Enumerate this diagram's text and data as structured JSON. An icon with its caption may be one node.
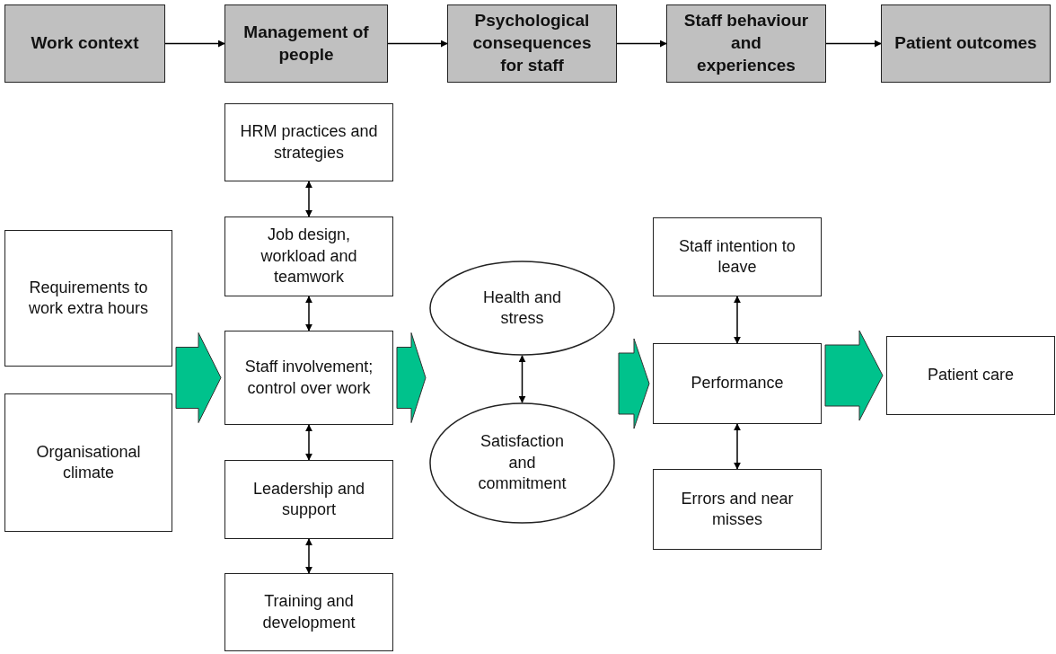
{
  "diagram": {
    "nodes": [
      {
        "text": [
          "Work context"
        ]
      },
      {
        "text": [
          "Management of people"
        ]
      },
      {
        "text": [
          "Psychological consequences for staff"
        ]
      },
      {
        "text": [
          "Staff behaviour and experiences"
        ]
      },
      {
        "text": [
          "Patient outcomes"
        ]
      },
      {
        "text": [
          "HRM practices and strategies"
        ]
      },
      {
        "text": [
          "Job design, workload and teamwork"
        ]
      },
      {
        "text": [
          "Staff involvement; control over work"
        ]
      },
      {
        "text": [
          "Leadership and support"
        ]
      },
      {
        "text": [
          "Training and development"
        ]
      },
      {
        "text": [
          "Requirements to work extra hours"
        ]
      },
      {
        "text": [
          "Organisational climate"
        ]
      },
      {
        "text": [
          "Health and stress"
        ]
      },
      {
        "text": [
          "Satisfaction and commitment"
        ]
      },
      {
        "text": [
          "Staff intention to leave"
        ]
      },
      {
        "text": [
          "Performance"
        ]
      },
      {
        "text": [
          "Errors and near misses"
        ]
      },
      {
        "text": [
          "Patient care"
        ]
      }
    ],
    "edges": [
      {
        "from": 0,
        "to": 1,
        "arrow": "to"
      },
      {
        "from": 1,
        "to": 2,
        "arrow": "to"
      },
      {
        "from": 2,
        "to": 3,
        "arrow": "to"
      },
      {
        "from": 3,
        "to": 4,
        "arrow": "to"
      },
      {
        "from": 5,
        "to": 6,
        "arrow": "both"
      },
      {
        "from": 6,
        "to": 7,
        "arrow": "both"
      },
      {
        "from": 7,
        "to": 8,
        "arrow": "both"
      },
      {
        "from": 8,
        "to": 9,
        "arrow": "both"
      },
      {
        "from": 12,
        "to": 13,
        "arrow": "both"
      },
      {
        "from": 14,
        "to": 15,
        "arrow": "both"
      },
      {
        "from": 15,
        "to": 16,
        "arrow": "both"
      },
      {
        "from": 10,
        "to": 7,
        "arrow": "to",
        "style": "thick",
        "color": "#00c28c"
      },
      {
        "from": 11,
        "to": 7,
        "arrow": "to",
        "style": "thick",
        "color": "#00c28c"
      },
      {
        "from": 7,
        "to": 12,
        "arrow": "to",
        "style": "thick",
        "color": "#00c28c"
      },
      {
        "from": 7,
        "to": 13,
        "arrow": "to",
        "style": "thick",
        "color": "#00c28c"
      },
      {
        "from": 12,
        "to": 15,
        "arrow": "to",
        "style": "thick",
        "color": "#00c28c"
      },
      {
        "from": 13,
        "to": 15,
        "arrow": "to",
        "style": "thick",
        "color": "#00c28c"
      },
      {
        "from": 15,
        "to": 17,
        "arrow": "to",
        "style": "thick",
        "color": "#00c28c"
      }
    ]
  }
}
